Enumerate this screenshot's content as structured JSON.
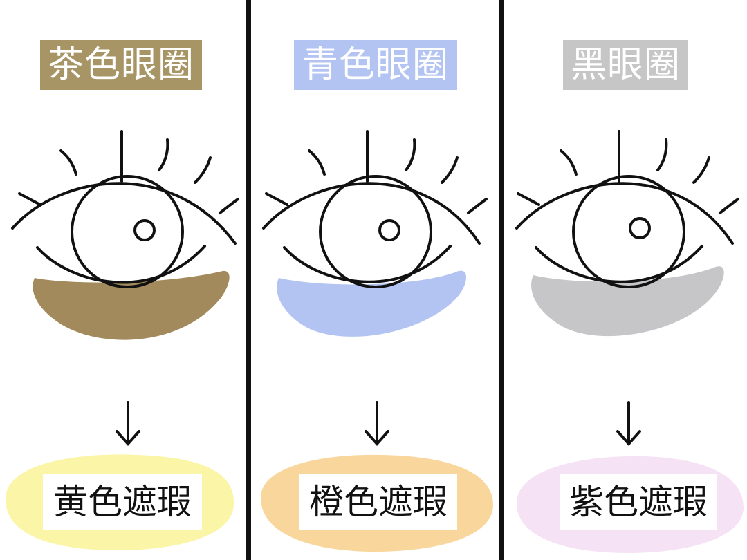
{
  "panels": [
    {
      "title": "茶色眼圈",
      "result": "黄色遮瑕",
      "title_bg": "#a89566",
      "shadow_color": "#a38a5c",
      "blob_color": "#fbf5a8",
      "icons": [
        "eye-icon",
        "arrow-down-icon"
      ]
    },
    {
      "title": "青色眼圈",
      "result": "橙色遮瑕",
      "title_bg": "#b3c4f3",
      "shadow_color": "#b3c4f3",
      "blob_color": "#f9d79c",
      "icons": [
        "eye-icon",
        "arrow-down-icon"
      ]
    },
    {
      "title": "黑眼圈",
      "result": "紫色遮瑕",
      "title_bg": "#c6c6c6",
      "shadow_color": "#c6c6c9",
      "blob_color": "#f6e2f5",
      "icons": [
        "eye-icon",
        "arrow-down-icon"
      ]
    }
  ]
}
